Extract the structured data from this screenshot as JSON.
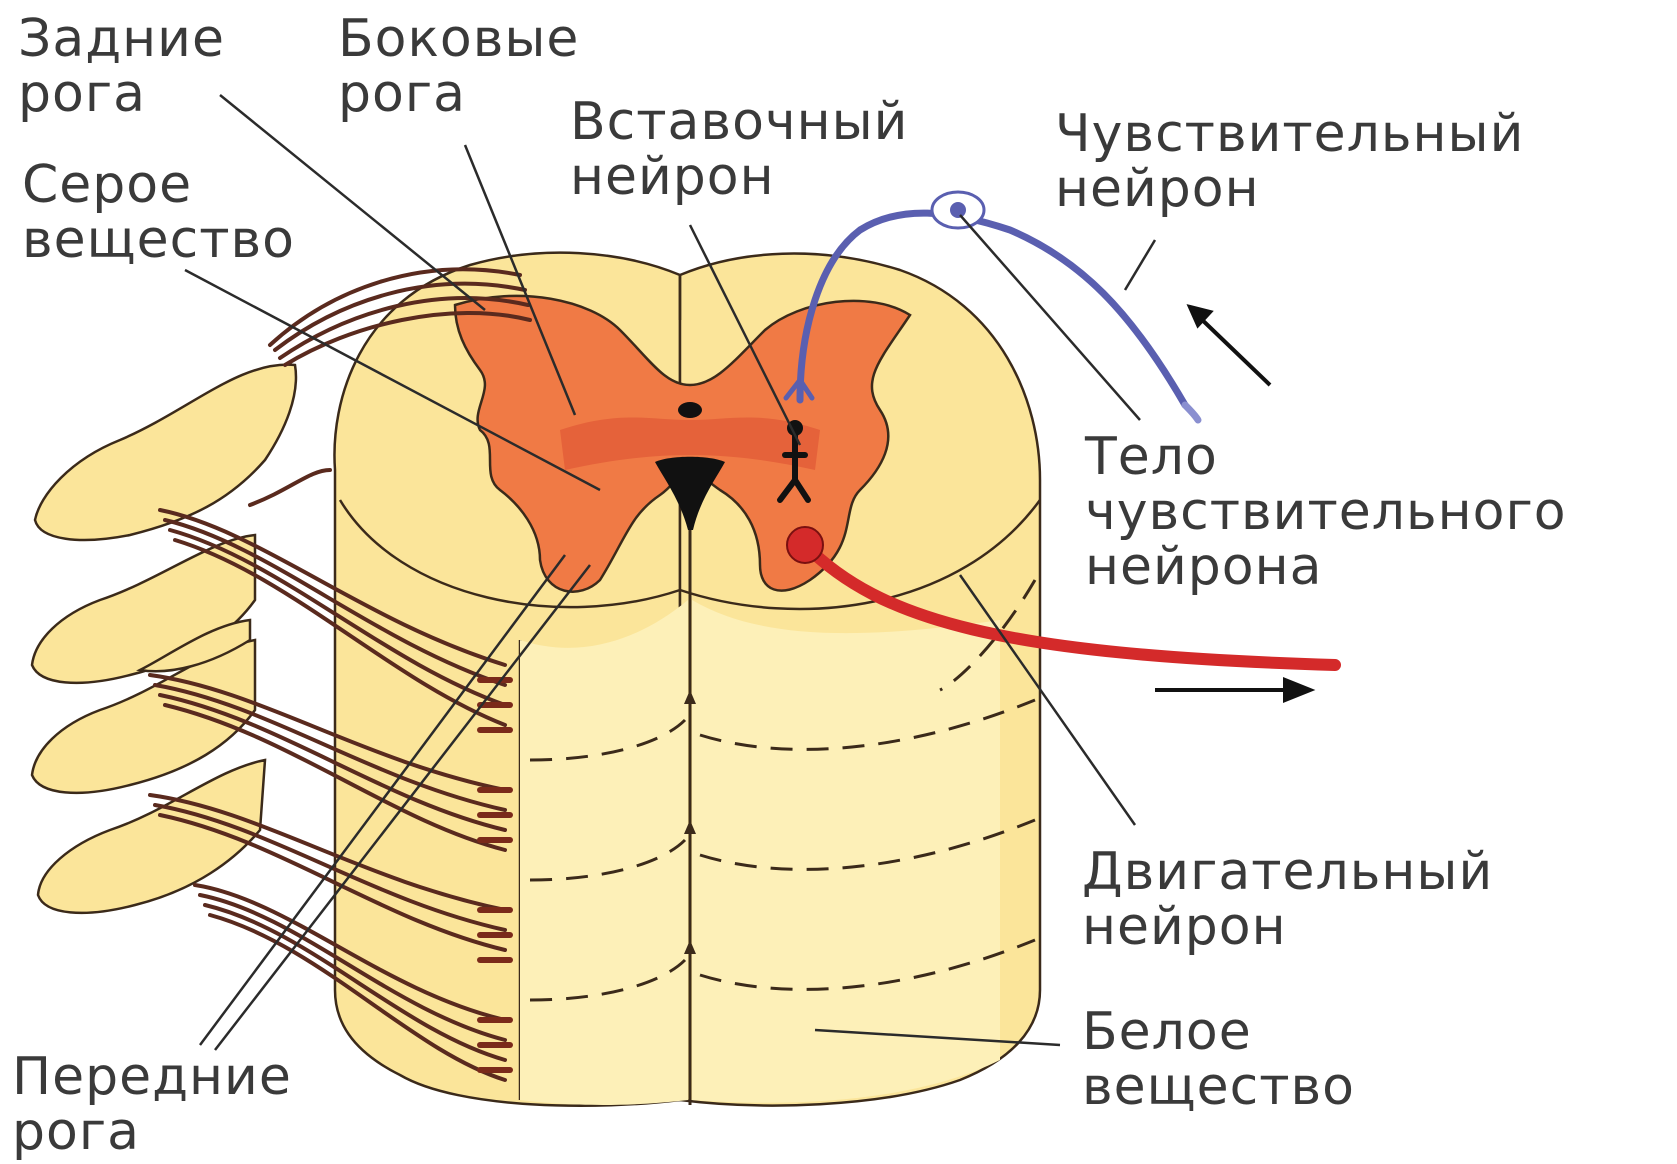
{
  "labels": {
    "dorsal_horns": "Задние\nрога",
    "lateral_horns": "Боковые\nрога",
    "interneuron": "Вставочный\nнейрон",
    "sensory_neuron": "Чувствительный\nнейрон",
    "gray_matter": "Серое\nвещество",
    "sensory_body": "Тело\nчувствительного\nнейрона",
    "motor_neuron": "Двигательный\nнейрон",
    "white_matter": "Белое\nвещество",
    "ventral_horns": "Передние\nрога"
  },
  "colors": {
    "white_matter": "#fbe59a",
    "white_matter_light": "#fdf0b8",
    "gray_matter": "#f07a45",
    "outline": "#3b2a1a",
    "sensory_neuron": "#5a5fb0",
    "motor_neuron": "#d42a2a",
    "nerve_fiber": "#5a2a1e",
    "leader_line": "#2b2b2b"
  }
}
